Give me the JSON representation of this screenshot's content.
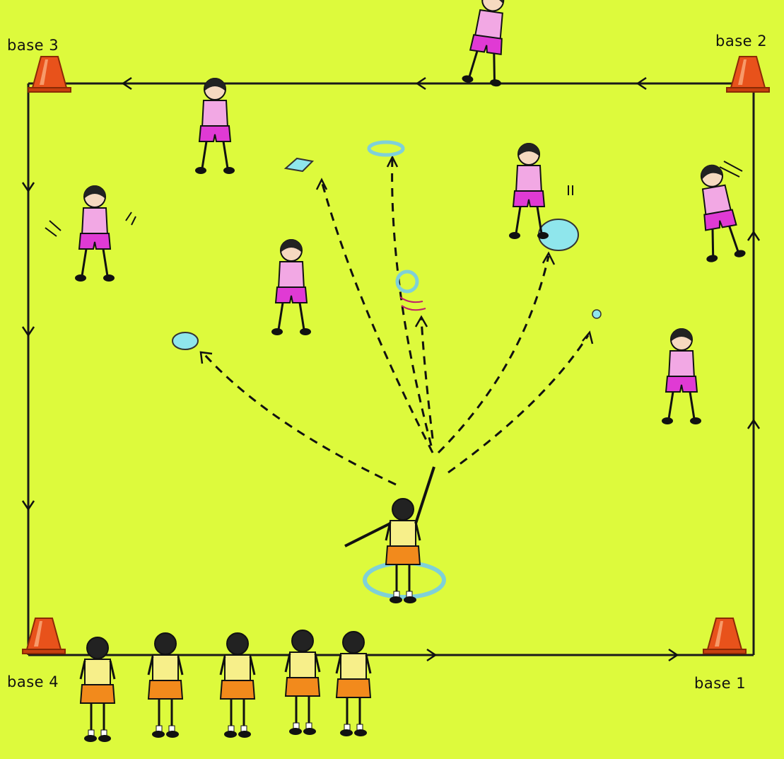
{
  "colors": {
    "field": "#ddfa3c",
    "line": "#1a1a1a",
    "cone": "#e8521b",
    "fielder_shirt": "#f2a8e4",
    "fielder_shorts": "#e03ad4",
    "batter_shirt": "#f7ef8a",
    "batter_shorts": "#f28a1c",
    "equipment": "#8fe6ec"
  },
  "bases": {
    "base1": "base 1",
    "base2": "base 2",
    "base3": "base 3",
    "base4": "base 4"
  }
}
